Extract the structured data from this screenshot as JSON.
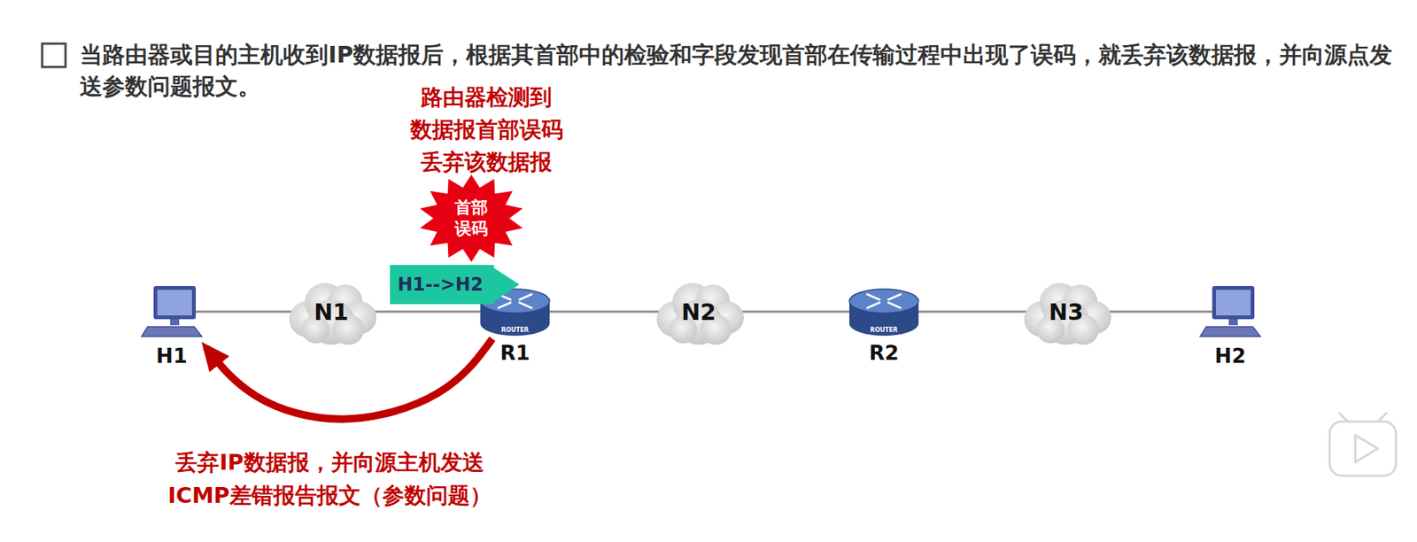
{
  "diagram": {
    "title": "当路由器或目的主机收到IP数据报后，根据其首部中的检验和字段发现首部在传输过程中出现了误码，就丢弃该数据报，并向源点发送参数问题报文。",
    "nodes": [
      {
        "text": [
          "首部 误码"
        ]
      },
      {
        "text": [
          "H1-->H2"
        ]
      },
      {
        "text": [
          "H1"
        ]
      },
      {
        "text": [
          "N1"
        ]
      },
      {
        "text": [
          "ROUTER",
          "R1"
        ]
      },
      {
        "text": [
          "N2"
        ]
      },
      {
        "text": [
          "ROUTER",
          "R2"
        ]
      },
      {
        "text": [
          "N3"
        ]
      },
      {
        "text": [
          "H2"
        ]
      }
    ],
    "edges": [
      {
        "from": 2,
        "to": 3,
        "arrow": "none"
      },
      {
        "from": 3,
        "to": 4,
        "arrow": "none"
      },
      {
        "from": 4,
        "to": 5,
        "arrow": "none"
      },
      {
        "from": 5,
        "to": 6,
        "arrow": "none"
      },
      {
        "from": 6,
        "to": 7,
        "arrow": "none"
      },
      {
        "from": 7,
        "to": 8,
        "arrow": "none"
      },
      {
        "from": 4,
        "to": 2,
        "arrow": "to"
      }
    ],
    "labels": [
      "路由器检测到 数据报首部误码 丢弃该数据报",
      "丢弃IP数据报，并向源主机发送 ICMP差错报告报文（参数问题）"
    ]
  }
}
